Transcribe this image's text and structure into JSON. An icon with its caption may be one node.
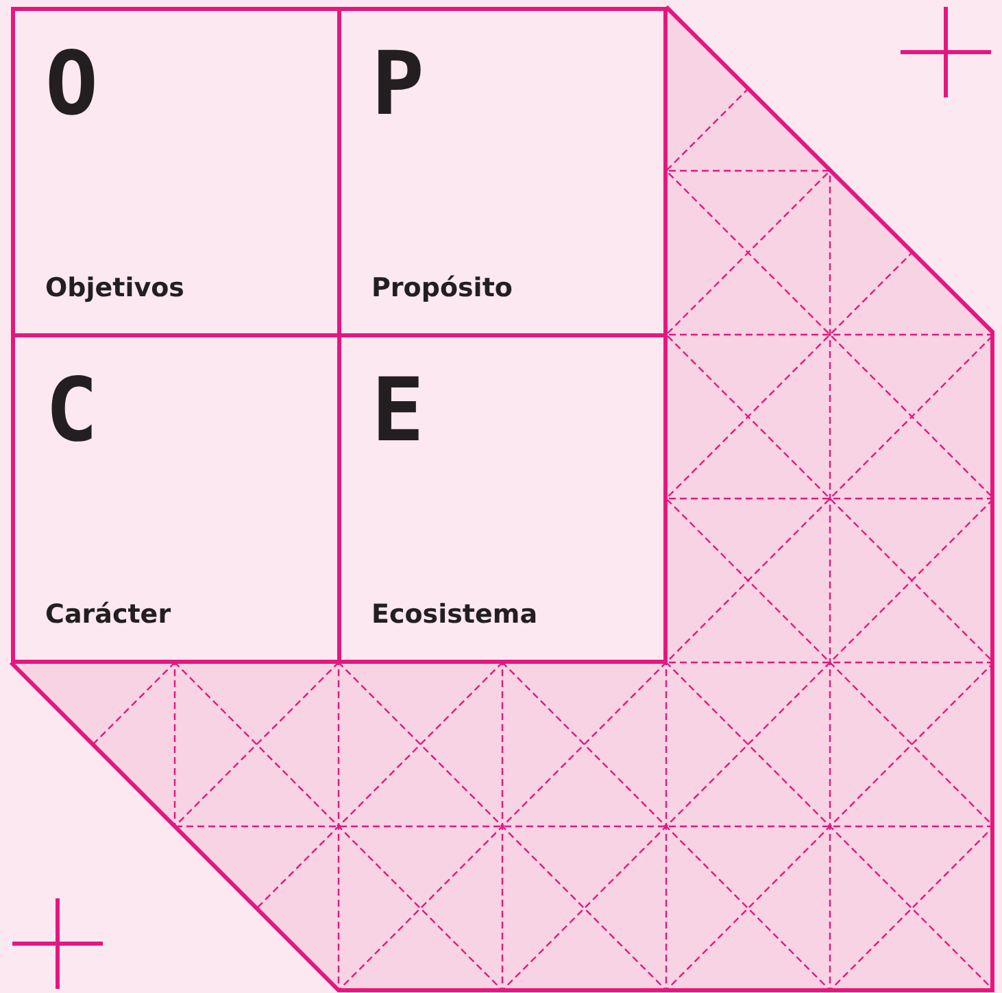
{
  "diagram": {
    "nodes": [
      {
        "text": [
          "O",
          "Objetivos"
        ]
      },
      {
        "text": [
          "P",
          "Propósito"
        ]
      },
      {
        "text": [
          "C",
          "Carácter"
        ]
      },
      {
        "text": [
          "E",
          "Ecosistema"
        ]
      }
    ],
    "edges": []
  }
}
